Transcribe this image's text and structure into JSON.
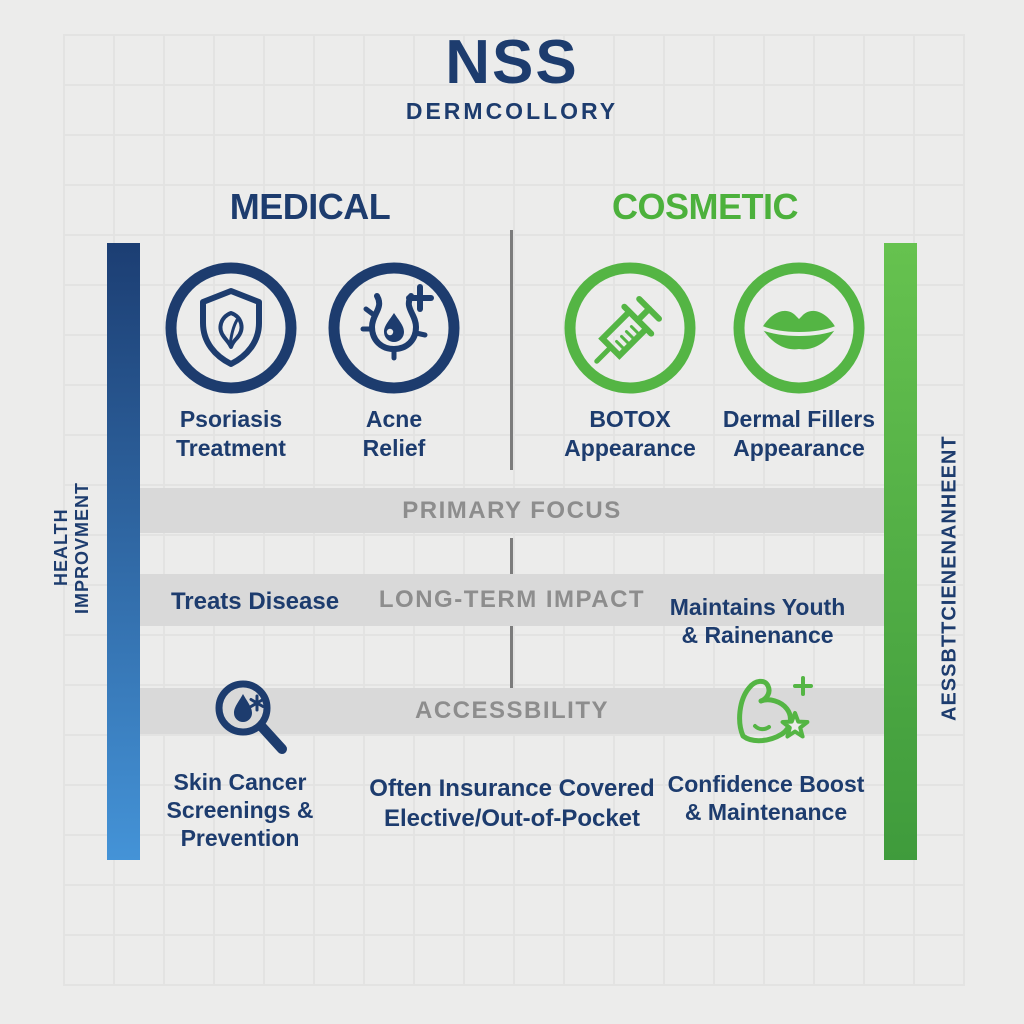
{
  "brand": {
    "name": "NSS",
    "subtitle": "DERMCOLLORY"
  },
  "columns": {
    "medical_label": "MEDICAL",
    "cosmetic_label": "COSMETIC"
  },
  "side_bars": {
    "left_label": "HEALTH IMPROVMENT",
    "right_label": "AESSBTTCIENENANHEENT"
  },
  "treatments": [
    {
      "icon": "shield-leaf-icon",
      "line1": "Psoriasis",
      "line2": "Treatment"
    },
    {
      "icon": "acne-icon",
      "line1": "Acne",
      "line2": "Relief"
    },
    {
      "icon": "syringe-icon",
      "line1": "BOTOX",
      "line2": "Appearance"
    },
    {
      "icon": "lips-icon",
      "line1": "Dermal Fillers",
      "line2": "Appearance"
    }
  ],
  "bands": {
    "primary_focus": "PRIMARY FOCUS",
    "long_term_impact": "LONG-TERM IMPACT",
    "accessibility": "ACCESSBILITY"
  },
  "comparisons": {
    "medical_long_term": "Treats Disease",
    "cosmetic_long_term_line1": "Maintains Youth",
    "cosmetic_long_term_line2": "& Rainenance",
    "medical_access_line1": "Skin Cancer",
    "medical_access_line2": "Screenings &",
    "medical_access_line3": "Prevention",
    "center_access_line1": "Often Insurance Covered",
    "center_access_line2": "Elective/Out-of-Pocket",
    "cosmetic_access_line1": "Confidence Boost",
    "cosmetic_access_line2": "& Maintenance"
  },
  "icons": {
    "accessibility_medical": "magnifier-drop-icon",
    "accessibility_cosmetic": "bicep-star-icon"
  },
  "colors": {
    "navy": "#1d3c6e",
    "green": "#54b544",
    "green-header": "#4cb13c",
    "band-bg": "#d9d9d9",
    "band-text": "#8d8d8d",
    "bg": "#ececeb",
    "grid-line": "#e2e2e0",
    "divider": "#7c7c7c",
    "bar-blue-top": "#1c3e73",
    "bar-blue-bottom": "#4493d7",
    "bar-green-top": "#66c24f",
    "bar-green-bottom": "#3f9b3c"
  }
}
